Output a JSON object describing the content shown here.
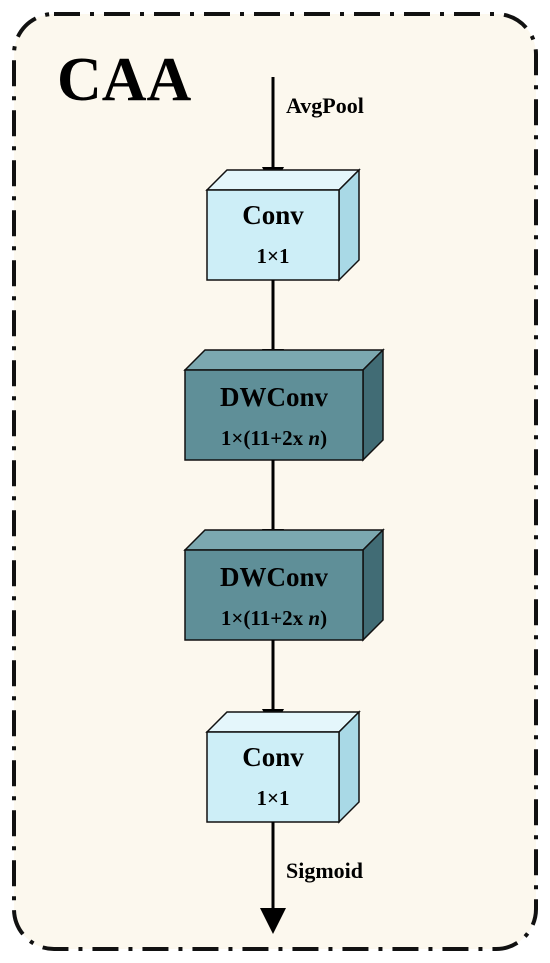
{
  "title": "CAA",
  "input_label": "AvgPool",
  "output_label": "Sigmoid",
  "blocks": [
    {
      "name": "Conv",
      "kernel": "1×1",
      "kernel_italic": "",
      "style": "light"
    },
    {
      "name": "DWConv",
      "kernel": "1×(11+2x ",
      "kernel_italic": "n",
      "kernel_suffix": ")",
      "style": "dark"
    },
    {
      "name": "DWConv",
      "kernel": "1×(11+2x ",
      "kernel_italic": "n",
      "kernel_suffix": ")",
      "style": "dark"
    },
    {
      "name": "Conv",
      "kernel": "1×1",
      "kernel_italic": "",
      "style": "light"
    }
  ],
  "colors": {
    "panel_fill": "#fcf8ee",
    "border": "#111111",
    "light_front": "#cdeef7",
    "light_top": "#e4f6fb",
    "light_side": "#a9d9e6",
    "dark_front": "#5f8f98",
    "dark_top": "#7ba8b0",
    "dark_side": "#416c75",
    "arrow": "#000000"
  }
}
